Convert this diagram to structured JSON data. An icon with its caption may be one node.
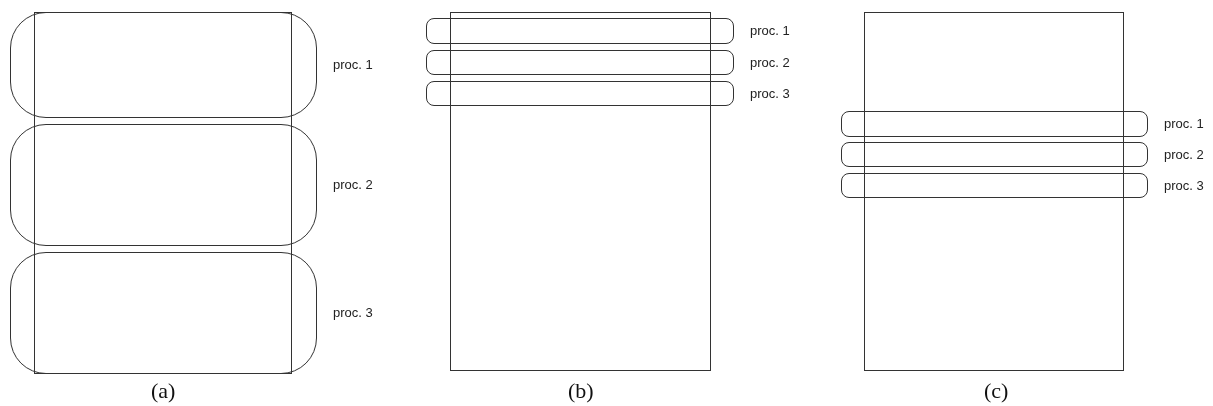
{
  "diagram": {
    "nodes": [
      {
        "text": [],
        "shape": "box"
      },
      {
        "text": [],
        "shape": "box",
        "beside": [
          "proc. 1"
        ]
      },
      {
        "text": [],
        "shape": "box",
        "beside": [
          "proc. 2"
        ]
      },
      {
        "text": [],
        "shape": "box",
        "beside": [
          "proc. 3"
        ]
      },
      {
        "text": [],
        "shape": "box"
      },
      {
        "text": [],
        "shape": "box",
        "beside": [
          "proc. 1"
        ]
      },
      {
        "text": [],
        "shape": "box",
        "beside": [
          "proc. 2"
        ]
      },
      {
        "text": [],
        "shape": "box",
        "beside": [
          "proc. 3"
        ]
      },
      {
        "text": [],
        "shape": "box"
      },
      {
        "text": [],
        "shape": "box",
        "beside": [
          "proc. 1"
        ]
      },
      {
        "text": [],
        "shape": "box",
        "beside": [
          "proc. 2"
        ]
      },
      {
        "text": [],
        "shape": "box",
        "beside": [
          "proc. 3"
        ]
      }
    ],
    "labels": [
      "(a)",
      "(b)",
      "(c)"
    ]
  }
}
